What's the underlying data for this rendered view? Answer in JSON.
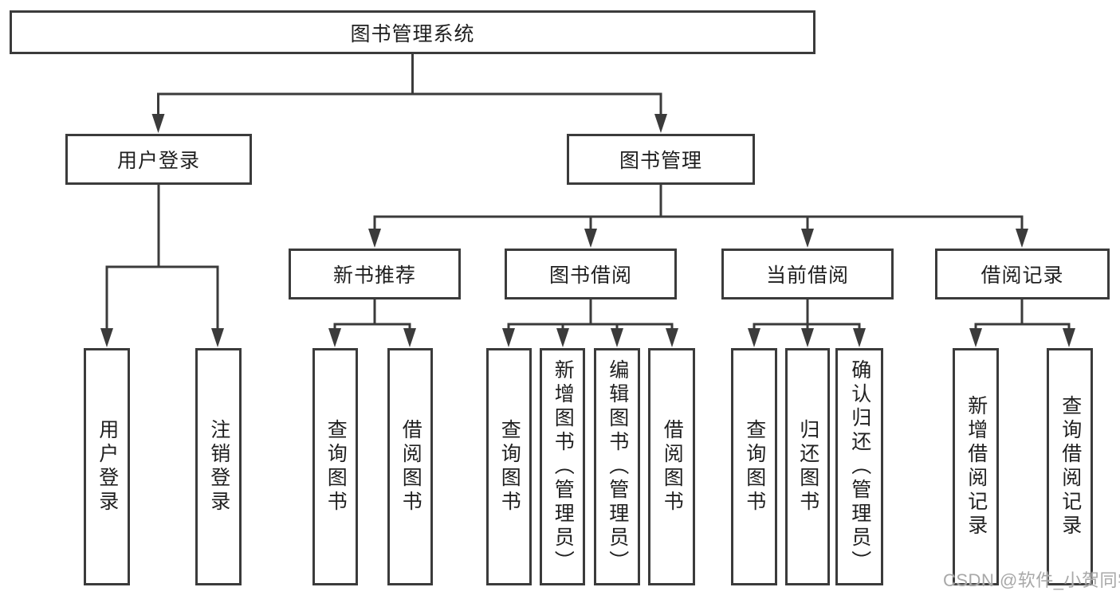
{
  "diagram": {
    "title": "图书管理系统",
    "branches": [
      {
        "label": "用户登录",
        "children": [
          {
            "label": "用户登录"
          },
          {
            "label": "注销登录"
          }
        ]
      },
      {
        "label": "图书管理",
        "children": [
          {
            "label": "新书推荐",
            "children": [
              {
                "label": "查询图书"
              },
              {
                "label": "借阅图书"
              }
            ]
          },
          {
            "label": "图书借阅",
            "children": [
              {
                "label": "查询图书"
              },
              {
                "label": "新增图书（管理员）"
              },
              {
                "label": "编辑图书（管理员）"
              },
              {
                "label": "借阅图书"
              }
            ]
          },
          {
            "label": "当前借阅",
            "children": [
              {
                "label": "查询图书"
              },
              {
                "label": "归还图书"
              },
              {
                "label": "确认归还（管理员）"
              }
            ]
          },
          {
            "label": "借阅记录",
            "children": [
              {
                "label": "新增借阅记录"
              },
              {
                "label": "查询借阅记录"
              }
            ]
          }
        ]
      }
    ]
  },
  "watermark": {
    "text": "CSDN @软件_小贺同学"
  },
  "colors": {
    "line": "#3b3b3b",
    "text": "#1f1f1f",
    "watermark": "#a8a8a8",
    "background": "#ffffff"
  }
}
